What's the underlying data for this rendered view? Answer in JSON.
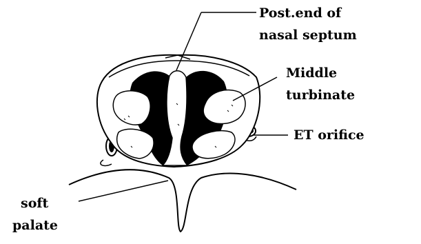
{
  "labels": {
    "septum_line1": "Post.end of",
    "septum_line2": "nasal septum",
    "middle_line1": "Middle",
    "middle_line2": "turbinate",
    "et": "ET orifice",
    "soft_line1": "soft",
    "soft_line2": "palate"
  },
  "colors": {
    "ink": "#000000",
    "background": "#ffffff"
  }
}
